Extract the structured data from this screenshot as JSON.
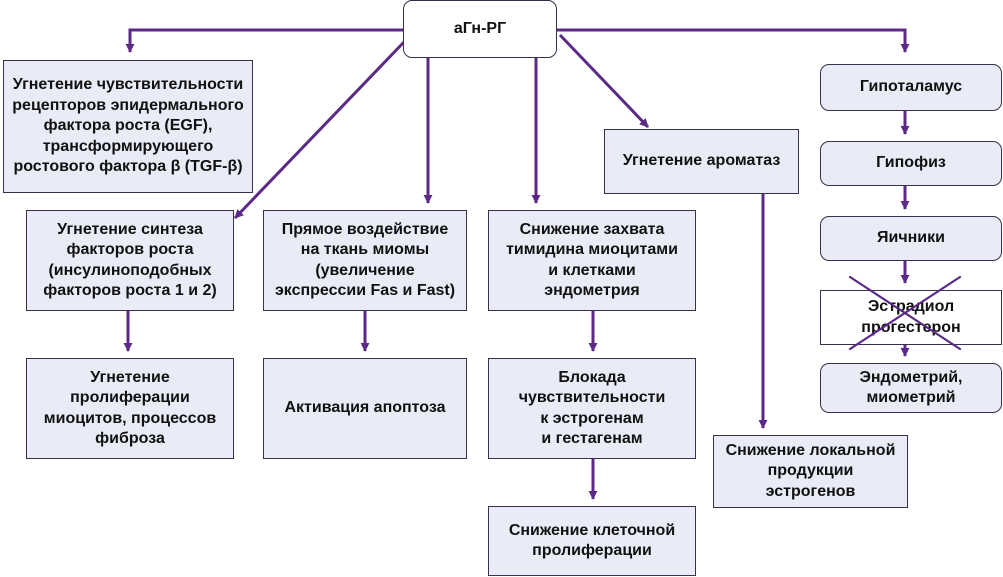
{
  "colors": {
    "arrow": "#5b2a86",
    "box_fill": "#e9ecf6",
    "box_border": "#3a2f4d",
    "cross": "#5b2a86"
  },
  "nodes": {
    "root": "аГн-РГ",
    "egf": "Угнетение чувствительности\nрецепторов эпидермального\nфактора роста (EGF),\nтрансформирующего\nростового фактора β (TGF-β)",
    "growth_factors": "Угнетение синтеза\nфакторов роста\n(инсулиноподобных\nфакторов роста 1 и 2)",
    "direct_effect": "Прямое воздействие\nна ткань миомы\n(увеличение\nэкспрессии Fas и Fast)",
    "thymidine": "Снижение захвата\nтимидина миоцитами\nи клетками\nэндометрия",
    "aromatase": "Угнетение ароматаз",
    "hypothalamus": "Гипоталамус",
    "pituitary": "Гипофиз",
    "ovaries": "Яичники",
    "estradiol": "Эстрадиол\nпрогестерон",
    "endometrium": "Эндометрий,\nмиометрий",
    "proliferation_myocytes": "Угнетение\nпролиферации\nмиоцитов, процессов\nфиброза",
    "apoptosis": "Активация апоптоза",
    "receptor_block": "Блокада\nчувствительности\nк эстрогенам\nи гестагенам",
    "local_estrogen": "Снижение локальной\nпродукции\nэстрогенов",
    "cell_proliferation": "Снижение клеточной\nпролиферации"
  }
}
